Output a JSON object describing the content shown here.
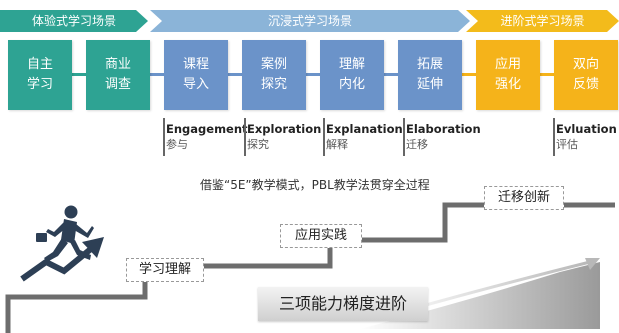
{
  "banners": [
    {
      "label": "体验式学习场景",
      "color": "#2ea393"
    },
    {
      "label": "沉浸式学习场景",
      "color": "#8bb4d8"
    },
    {
      "label": "进阶式学习场景",
      "color": "#f3bb1b"
    }
  ],
  "steps": [
    {
      "label": "自主\n学习",
      "color": "#2ea393"
    },
    {
      "label": "商业\n调查",
      "color": "#2ea393"
    },
    {
      "label": "课程\n导入",
      "color": "#6b93c9"
    },
    {
      "label": "案例\n探究",
      "color": "#6b93c9"
    },
    {
      "label": "理解\n内化",
      "color": "#6b93c9"
    },
    {
      "label": "拓展\n延伸",
      "color": "#6b93c9"
    },
    {
      "label": "应用\n强化",
      "color": "#f5b31a"
    },
    {
      "label": "双向\n反馈",
      "color": "#f5b31a"
    }
  ],
  "phases": [
    {
      "en": "Engagement",
      "zh": "参与"
    },
    {
      "en": "Exploration",
      "zh": "探究"
    },
    {
      "en": "Explanation",
      "zh": "解释"
    },
    {
      "en": "Elaboration",
      "zh": "迁移"
    },
    {
      "en": "Evluation",
      "zh": "评估"
    }
  ],
  "method_text": "借鉴“5E”教学模式，PBL教学法贯穿全过程",
  "levels": {
    "level1": "学习理解",
    "level2": "应用实践",
    "level3": "迁移创新"
  },
  "summary_label": "三项能力梯度进阶",
  "icons": [
    "running-businessman-icon",
    "rising-arrow-icon"
  ]
}
